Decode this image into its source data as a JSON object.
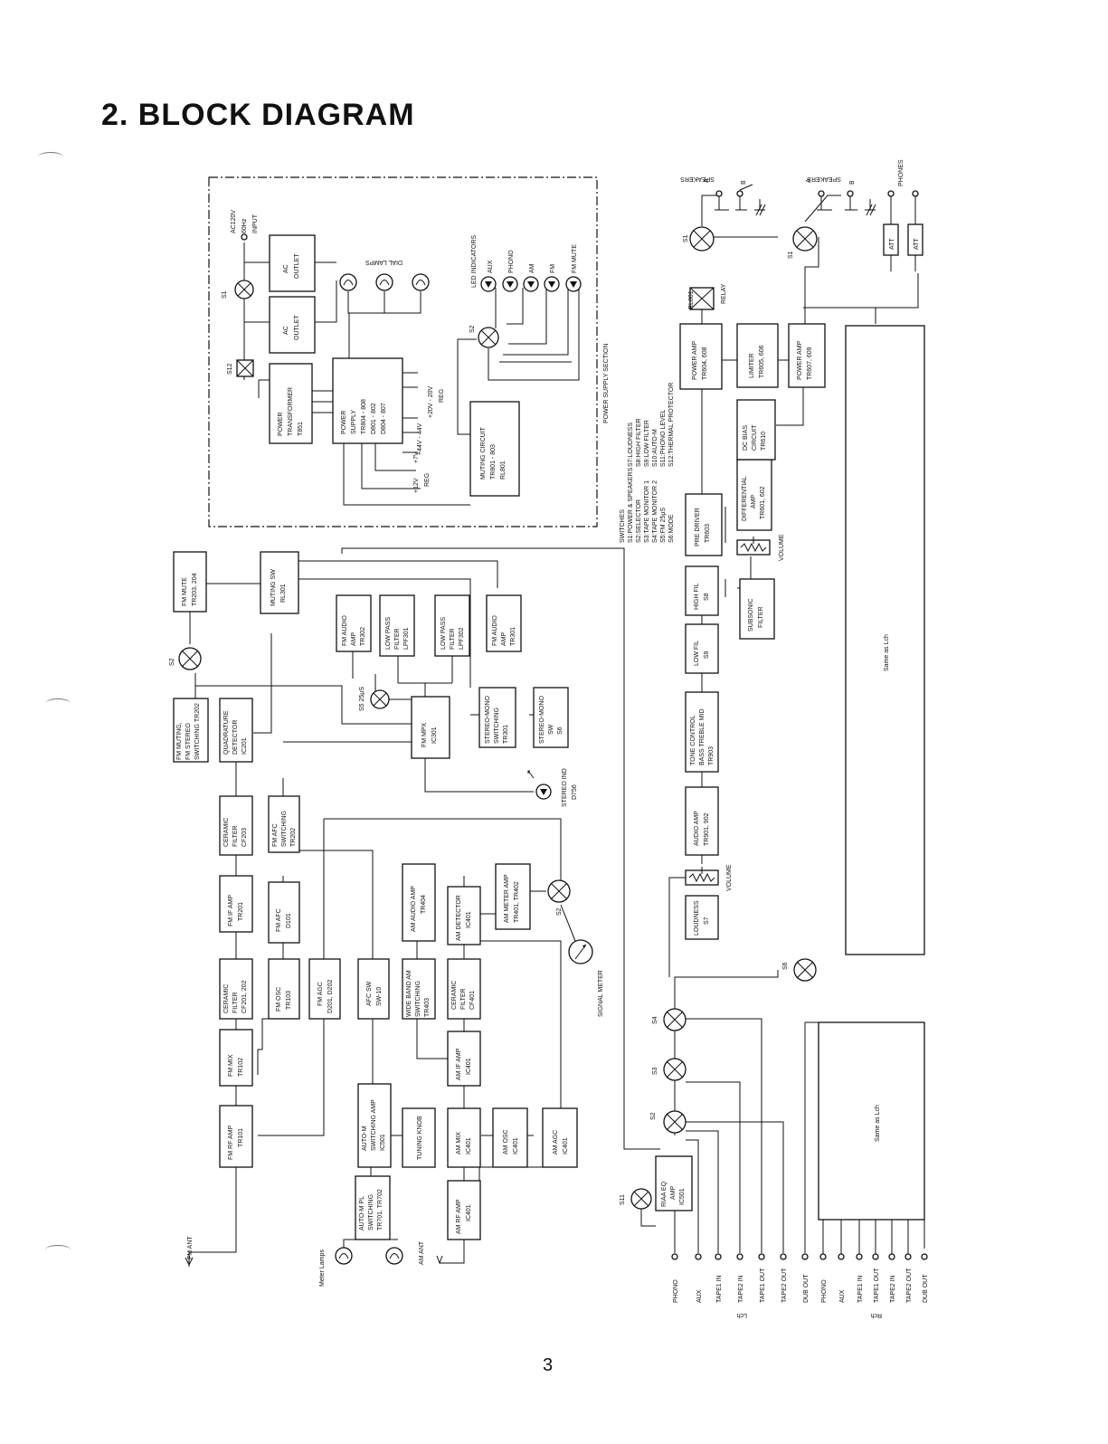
{
  "page": {
    "heading": "2. BLOCK DIAGRAM",
    "page_number": "3"
  },
  "power_section": {
    "label": "POWER SUPPLY SECTION",
    "ac_input": [
      "AC120V",
      "60Hz",
      "INPUT"
    ],
    "outlet_1": [
      "AC",
      "OUTLET"
    ],
    "outlet_2": [
      "AC",
      "OUTLET"
    ],
    "dial_lamps": "DIAL LAMPS",
    "transformer": [
      "POWER",
      "TRANSFORMER",
      "T851"
    ],
    "supply": [
      "POWER",
      "SUPPLY",
      "TR804 - 808",
      "D801 - 802",
      "D804 - 807"
    ],
    "muting_circuit": [
      "MUTING CIRCUIT",
      "TR801 - 803",
      "RL801"
    ],
    "rail_20": [
      "+20V - 20V",
      "REG"
    ],
    "rail_44": "+44V - 44V",
    "rail_12": [
      "+12V",
      "REG"
    ],
    "rail_7": "+7V",
    "s1": "S1",
    "s12": "S12",
    "s2": "S2",
    "led_indicators": "LED INDICATORS",
    "leds": [
      "AUX",
      "PHONO",
      "AM",
      "FM",
      "FM MUTE"
    ]
  },
  "switch_legend": {
    "title": "SWITCHES",
    "col1": [
      "S1:POWER & SPEAKERS",
      "S2:SELECTOR",
      "S3:TAPE MONITOR 1",
      "S4:TAPE MONITOR 2",
      "S5:FM 25μS",
      "S6:MODE"
    ],
    "col2": [
      "S7:LOUDNESS",
      "S8:HIGH FILTER",
      "S9:LOW FILTER",
      "S10:AUTO-M",
      "S11:PHONO LEVEL",
      "S12:THERMAL PROTECTOR"
    ]
  },
  "fm": {
    "ant": "FM ANT",
    "rf_amp": [
      "FM RF AMP",
      "TR101"
    ],
    "mix": [
      "FM MIX",
      "TR102"
    ],
    "ceramic_filter_1": [
      "CERAMIC",
      "FILTER",
      "CF201, 202"
    ],
    "if_amp": [
      "FM IF AMP",
      "TR201"
    ],
    "ceramic_filter_2": [
      "CERAMIC",
      "FILTER",
      "CF203"
    ],
    "quad_detector": [
      "QUADRATURE",
      "DETECTOR",
      "IC201"
    ],
    "muting_stereo": [
      "FM MUTING,",
      "FM STEREO",
      "SWITCHING   TR202"
    ],
    "osc": [
      "FM OSC",
      "TR103"
    ],
    "afc": [
      "FM AFC",
      "D101"
    ],
    "afc_switching": [
      "FM AFC",
      "SWITCHING",
      "TR202"
    ],
    "agc": [
      "FM AGC",
      "D201, D202"
    ],
    "mute": [
      "FM MUTE",
      "TR203, 204"
    ],
    "muting_sw": [
      "MUTING SW",
      "RL301"
    ],
    "audio_amp_1": [
      "FM AUDIO",
      "AMP",
      "TR302"
    ],
    "lpf_1": [
      "LOW PASS",
      "FILTER",
      "LPF301"
    ],
    "lpf_2": [
      "LOW PASS",
      "FILTER",
      "LPF302"
    ],
    "audio_amp_2": [
      "FM AUDIO",
      "AMP",
      "TR301"
    ],
    "mpx": [
      "FM MPX",
      "IC301"
    ],
    "stereo_mono_switching": [
      "STEREO-MONO",
      "SWITCHING",
      "TR301"
    ],
    "stereo_mono_sw": [
      "STEREO-MONO",
      "SW",
      "S6"
    ],
    "stereo_ind": [
      "STEREO IND",
      "D756"
    ],
    "s5": "S5 25μS",
    "s2": "S2"
  },
  "am": {
    "ant": "AM ANT",
    "rf_amp": [
      "AM RF AMP",
      "IC401"
    ],
    "mix": [
      "AM MIX",
      "IC401"
    ],
    "osc": [
      "AM OSC",
      "IC401"
    ],
    "agc": [
      "AM AGC",
      "IC401"
    ],
    "if_amp": [
      "AM IF AMP",
      "IC401"
    ],
    "ceramic_filter": [
      "CERAMIC",
      "FILTER",
      "CF401"
    ],
    "detector": [
      "AM DETECTOR",
      "IC401"
    ],
    "wide_band": [
      "WIDE BAND AM",
      "SWITCHING",
      "TR403"
    ],
    "audio_amp": [
      "AM AUDIO AMP",
      "TR404"
    ],
    "meter_amp": [
      "AM METER AMP",
      "TR401, TR402"
    ],
    "signal_meter": "SIGNAL METER",
    "s2": "S2"
  },
  "tuning": {
    "afc_sw": [
      "AFC SW",
      "SW-10"
    ],
    "auto_m_switching": [
      "AUTO-M",
      "SWITCHING AMP",
      "IC501"
    ],
    "knob": "TUNING KNOB",
    "auto_m_pl": [
      "AUTO-M PL",
      "SWITCHING",
      "TR701, TR702"
    ],
    "meter_lamps": "Meter Lamps"
  },
  "amp": {
    "riaa": [
      "RIAA EQ",
      "AMP",
      "IC501"
    ],
    "s11": "S11",
    "s2": "S2",
    "s3": "S3",
    "s4": "S4",
    "s6": "S6",
    "loudness": [
      "LOUDNESS",
      "S7"
    ],
    "volume_1": "VOLUME",
    "audio_amp": [
      "AUDIO AMP",
      "TR901, 902"
    ],
    "tone_control": [
      "TONE CONTROL",
      "BASS TREBLE MID",
      "TR903"
    ],
    "low_fil": [
      "LOW FIL",
      "S9"
    ],
    "high_fil": [
      "HIGH FIL",
      "S8"
    ],
    "subsonic": [
      "SUBSONIC",
      "FILTER"
    ],
    "volume_2": "VOLUME",
    "differential": [
      "DIFFERENTIAL",
      "AMP",
      "TR601, 602"
    ],
    "pre_driver": [
      "PRE DRIVER",
      "TR603"
    ],
    "dc_bias": [
      "DC BIAS",
      "CIRCUIT",
      "TR610"
    ],
    "power_amp_1": [
      "POWER AMP",
      "TR604, 608"
    ],
    "limiter": [
      "LIMITER",
      "TR605, 606"
    ],
    "power_amp_2": [
      "POWER AMP",
      "TR607, 609"
    ],
    "relay_id": "RL801",
    "relay": "RELAY",
    "s1_a": "S1",
    "s1_b": "S1",
    "speakers_1": "SPEAKERS",
    "speakers_2": "SPEAKERS",
    "phones": "PHONES",
    "att_1": "ATT",
    "att_2": "ATT",
    "spk_a1": "A",
    "spk_b1": "B",
    "spk_a2": "A",
    "spk_b2": "B",
    "same_top": "Same as Lch",
    "same_bottom": "Same as Lch"
  },
  "inputs": {
    "lch": [
      "PHONO",
      "AUX",
      "TAPE1 IN",
      "TAPE2 IN",
      "TAPE1 OUT",
      "TAPE2 OUT",
      "DUB OUT"
    ],
    "rch": [
      "PHONO",
      "AUX",
      "TAPE1 IN",
      "TAPE1 OUT",
      "TAPE2 IN",
      "TAPE2 OUT",
      "DUB OUT"
    ],
    "lch_label": "Lch",
    "rch_label": "Rch"
  }
}
